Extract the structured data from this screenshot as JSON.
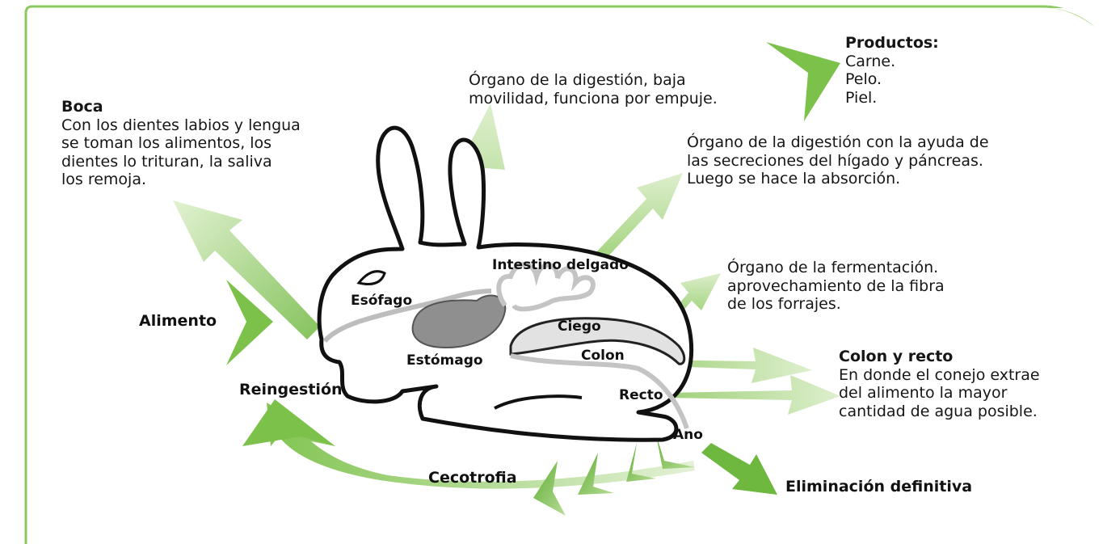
{
  "productos": {
    "title": "Productos:",
    "items": [
      "Carne.",
      "Pelo.",
      "Piel."
    ]
  },
  "boca": {
    "title": "Boca",
    "lines": [
      "Con los dientes labios y lengua",
      "se toman los alimentos, los",
      "dientes lo trituran, la saliva",
      "los remoja."
    ]
  },
  "esofago_desc": {
    "lines": [
      "Órgano de la digestión, baja",
      "movilidad, funciona por empuje."
    ]
  },
  "intestino_desc": {
    "lines": [
      "Órgano de la digestión con la ayuda de",
      "las secreciones del hígado y páncreas.",
      "Luego se hace la absorción."
    ]
  },
  "ciego_desc": {
    "lines": [
      "Órgano de la fermentación.",
      "aprovechamiento de la fibra",
      "de los forrajes."
    ]
  },
  "colon_recto": {
    "title": "Colon y recto",
    "lines": [
      "En donde el conejo extrae",
      "del alimento la mayor",
      "cantidad de agua posible."
    ]
  },
  "labels": {
    "alimento": "Alimento",
    "reingestion": "Reingestión",
    "cecotrofia": "Cecotrofia",
    "eliminacion": "Eliminación definitiva",
    "esofago": "Esófago",
    "estomago": "Estómago",
    "intestino_delgado": "Intestino delgado",
    "ciego": "Ciego",
    "colon": "Colon",
    "recto": "Recto",
    "ano": "Ano"
  },
  "colors": {
    "arrow_green": "#7cc24a",
    "arrow_light": "#c8e3ae",
    "frame_green": "#8dc860",
    "organ_gray": "#909090",
    "tract_gray": "#bdbdbd"
  }
}
